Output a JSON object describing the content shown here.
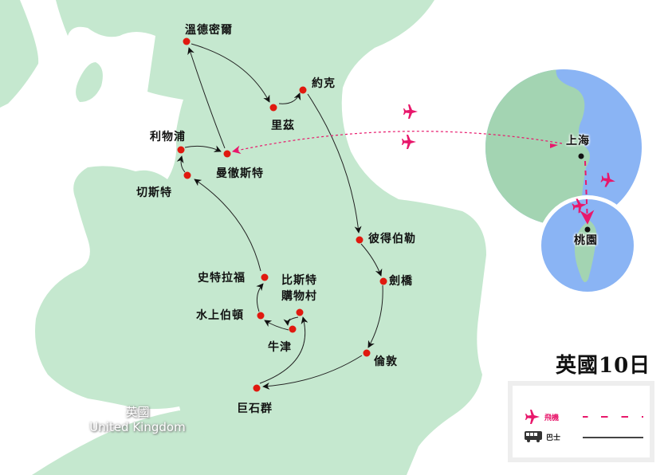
{
  "title": "英國10日",
  "country": {
    "zh": "英國",
    "en": "United Kingdom"
  },
  "colors": {
    "land": "#c5e8cf",
    "sea": "#8ab4f4",
    "asia_land": "#a3d4b2",
    "dot": "#e0190f",
    "flight": "#e8176b",
    "bus": "#333333"
  },
  "cities": [
    {
      "id": "windermere",
      "name": "溫德密爾"
    },
    {
      "id": "leeds",
      "name": "里茲"
    },
    {
      "id": "york",
      "name": "約克"
    },
    {
      "id": "manchester",
      "name": "曼徹斯特"
    },
    {
      "id": "liverpool",
      "name": "利物浦"
    },
    {
      "id": "chester",
      "name": "切斯特"
    },
    {
      "id": "peterborough",
      "name": "彼得伯勒"
    },
    {
      "id": "cambridge",
      "name": "劍橋"
    },
    {
      "id": "london",
      "name": "倫敦"
    },
    {
      "id": "stonehenge",
      "name": "巨石群"
    },
    {
      "id": "stratford",
      "name": "史特拉福"
    },
    {
      "id": "bicester_1",
      "name": "比斯特"
    },
    {
      "id": "bicester_2",
      "name": "購物村"
    },
    {
      "id": "bourton",
      "name": "水上伯頓"
    },
    {
      "id": "oxford",
      "name": "牛津"
    }
  ],
  "inset": {
    "shanghai": "上海",
    "taoyuan": "桃園"
  },
  "legend": {
    "flight_label": "飛機",
    "bus_label": "巴士",
    "flight_icon": "airplane-icon",
    "bus_icon": "bus-icon"
  }
}
